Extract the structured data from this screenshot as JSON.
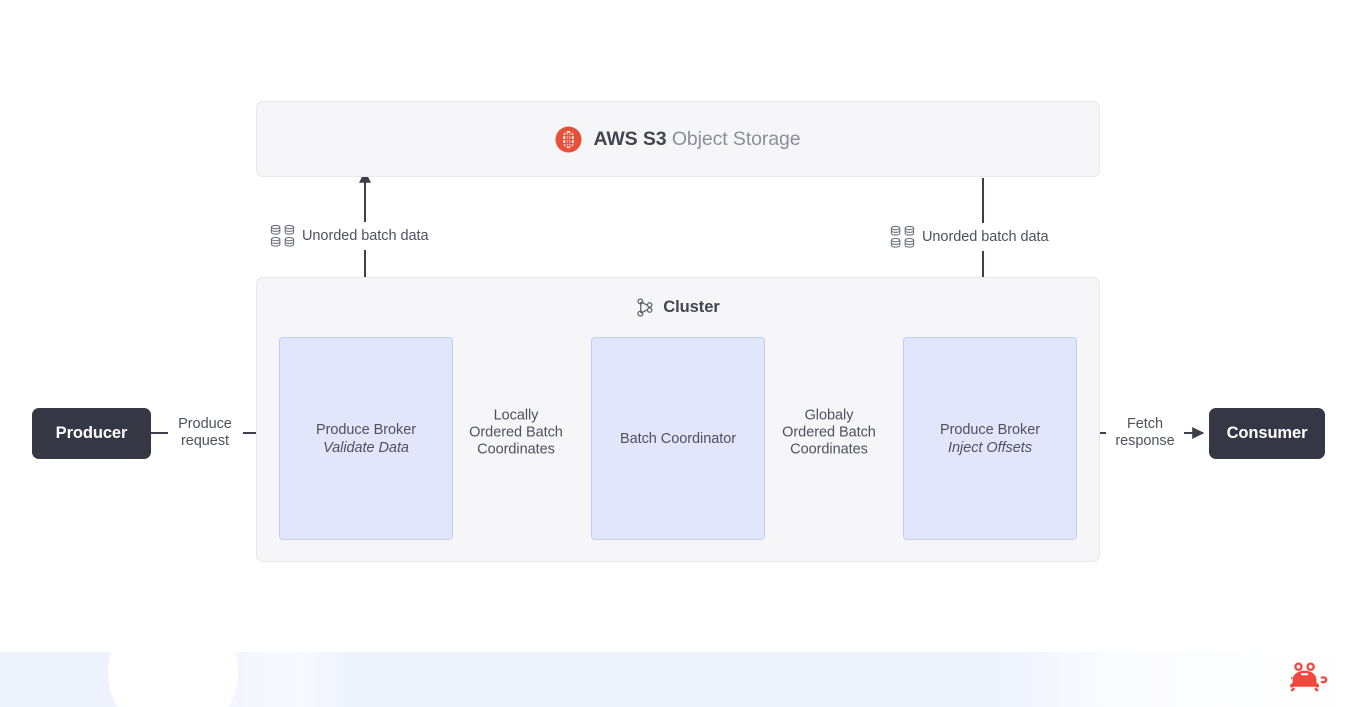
{
  "diagram": {
    "storage": {
      "icon": "aws-s3-icon",
      "brand": "AWS S3",
      "label": "Object Storage",
      "bg_color": "#f6f6f8",
      "border_color": "#e8e8ec",
      "icon_color": "#e8503a"
    },
    "cluster": {
      "icon": "cluster-network-icon",
      "title": "Cluster",
      "bg_color": "#f6f6f8",
      "border_color": "#e8e8ec",
      "nodes": [
        {
          "title": "Produce Broker",
          "subtitle": "Validate Data"
        },
        {
          "title": "Batch Coordinator",
          "subtitle": ""
        },
        {
          "title": "Produce Broker",
          "subtitle": "Inject Offsets"
        }
      ],
      "node_fill": "#e1e6fa",
      "node_border": "#c3cdf0"
    },
    "endpoints": {
      "producer": "Producer",
      "consumer": "Consumer",
      "fill": "#353744",
      "text_color": "#ffffff"
    },
    "flows": [
      {
        "id": "produce-request",
        "label": "Produce\nrequest"
      },
      {
        "id": "locally-ordered",
        "label": "Locally\nOrdered Batch\nCoordinates"
      },
      {
        "id": "globaly-ordered",
        "label": "Globaly\nOrdered Batch\nCoordinates"
      },
      {
        "id": "fetch-response",
        "label": "Fetch\nresponse"
      }
    ],
    "storage_flows": [
      {
        "id": "upload",
        "icon": "database-grid-icon",
        "label": "Unorded batch data",
        "direction": "up"
      },
      {
        "id": "download",
        "icon": "database-grid-icon",
        "label": "Unorded batch data",
        "direction": "down"
      }
    ],
    "watermark": {
      "icon": "crab-logo-icon",
      "color": "#f2473f"
    },
    "line_color": "#3c3f4c"
  }
}
